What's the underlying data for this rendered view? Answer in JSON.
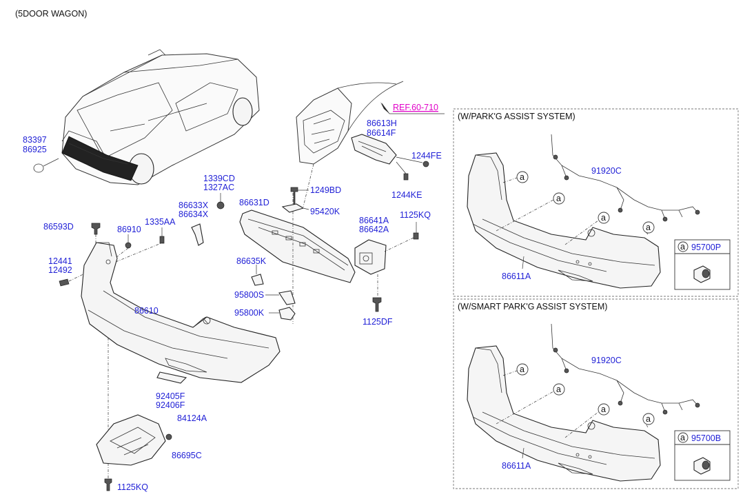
{
  "header": {
    "variant": "(5DOOR WAGON)"
  },
  "reference": {
    "text": "REF.60-710",
    "color": "#e000c8"
  },
  "label_color": "#1f1fd6",
  "main_labels": [
    {
      "id": "83397",
      "text": "83397"
    },
    {
      "id": "86925",
      "text": "86925"
    },
    {
      "id": "86613H",
      "text": "86613H"
    },
    {
      "id": "86614F",
      "text": "86614F"
    },
    {
      "id": "1244FE",
      "text": "1244FE"
    },
    {
      "id": "1244KE",
      "text": "1244KE"
    },
    {
      "id": "1339CD",
      "text": "1339CD"
    },
    {
      "id": "1327AC",
      "text": "1327AC"
    },
    {
      "id": "1249BD",
      "text": "1249BD"
    },
    {
      "id": "86633X",
      "text": "86633X"
    },
    {
      "id": "86634X",
      "text": "86634X"
    },
    {
      "id": "86631D",
      "text": "86631D"
    },
    {
      "id": "95420K",
      "text": "95420K"
    },
    {
      "id": "86593D",
      "text": "86593D"
    },
    {
      "id": "86910",
      "text": "86910"
    },
    {
      "id": "1335AA",
      "text": "1335AA"
    },
    {
      "id": "86641A",
      "text": "86641A"
    },
    {
      "id": "86642A",
      "text": "86642A"
    },
    {
      "id": "1125KQ_a",
      "text": "1125KQ"
    },
    {
      "id": "12441",
      "text": "12441"
    },
    {
      "id": "12492",
      "text": "12492"
    },
    {
      "id": "86635K",
      "text": "86635K"
    },
    {
      "id": "95800S",
      "text": "95800S"
    },
    {
      "id": "95800K",
      "text": "95800K"
    },
    {
      "id": "86610",
      "text": "86610"
    },
    {
      "id": "1125DF",
      "text": "1125DF"
    },
    {
      "id": "92405F",
      "text": "92405F"
    },
    {
      "id": "92406F",
      "text": "92406F"
    },
    {
      "id": "84124A",
      "text": "84124A"
    },
    {
      "id": "86695C",
      "text": "86695C"
    },
    {
      "id": "1125KQ_b",
      "text": "1125KQ"
    }
  ],
  "options": [
    {
      "title": "(W/PARK'G ASSIST SYSTEM)",
      "harness": "91920C",
      "bumper": "86611A",
      "marker": "a",
      "sensor": "95700P"
    },
    {
      "title": "(W/SMART PARK'G ASSIST SYSTEM)",
      "harness": "91920C",
      "bumper": "86611A",
      "marker": "a",
      "sensor": "95700B"
    }
  ]
}
